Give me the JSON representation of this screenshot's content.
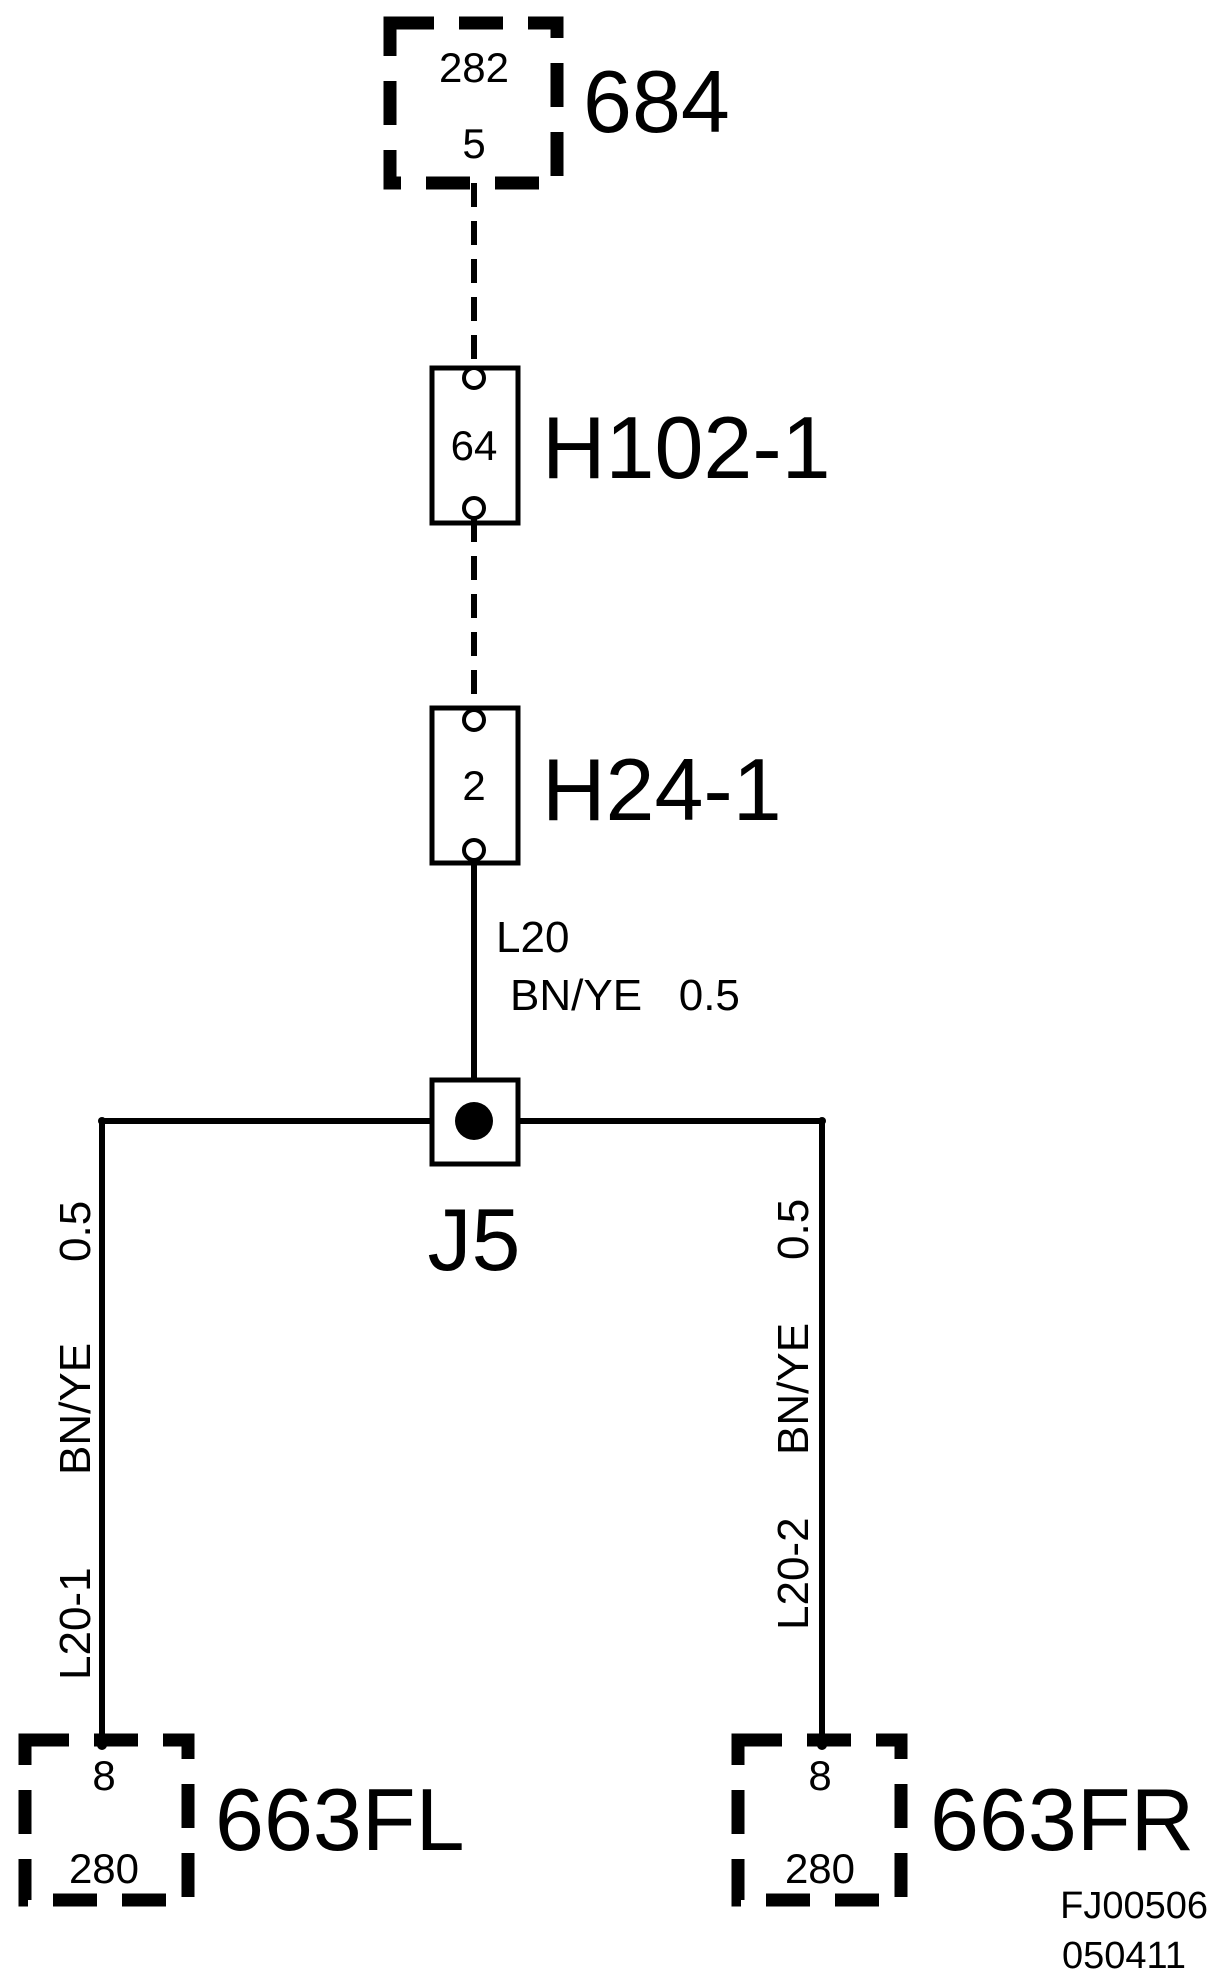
{
  "connectors": {
    "top": {
      "name": "684",
      "pin": "5",
      "code": "282"
    },
    "h102": {
      "name": "H102-1",
      "pin": "64"
    },
    "h24": {
      "name": "H24-1",
      "pin": "2"
    },
    "splice": {
      "name": "J5"
    },
    "left": {
      "name": "663FL",
      "pin": "8",
      "code": "280"
    },
    "right": {
      "name": "663FR",
      "pin": "8",
      "code": "280"
    }
  },
  "wires": {
    "main": {
      "id": "L20",
      "spec": "BN/YE   0.5"
    },
    "left": {
      "id": "L20-1",
      "color": "BN/YE",
      "size": "0.5"
    },
    "right": {
      "id": "L20-2",
      "color": "BN/YE",
      "size": "0.5"
    }
  },
  "footer": {
    "figure_id": "FJ00506",
    "date_code": "050411"
  }
}
